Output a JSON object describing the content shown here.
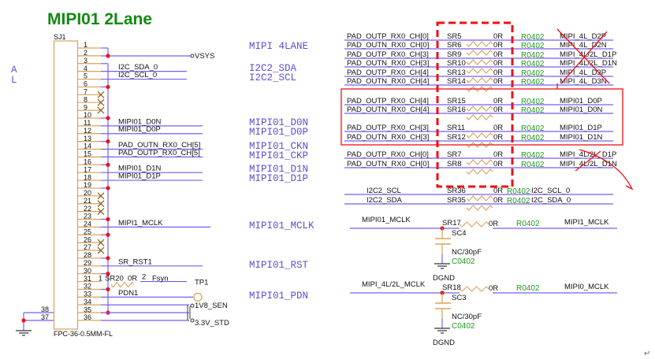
{
  "title": "MIPI01 2Lane",
  "colors": {
    "wire": "#7a5cf5",
    "pin": "#d7a45a",
    "junction": "#ee1111",
    "markup": "#ee1111",
    "package": "#1f9a1f",
    "net_label": "#5a4fd6"
  },
  "side_labels": [
    "A",
    "L"
  ],
  "connector": {
    "ref": "SJ1",
    "footprint": "FPC-36-0.5MM-FL",
    "pin_numbers": [
      "1",
      "2",
      "3",
      "4",
      "5",
      "6",
      "7",
      "8",
      "9",
      "10",
      "11",
      "12",
      "13",
      "14",
      "15",
      "16",
      "17",
      "18",
      "19",
      "20",
      "21",
      "22",
      "23",
      "24",
      "25",
      "26",
      "27",
      "28",
      "29",
      "30",
      "31",
      "32",
      "33",
      "34",
      "35",
      "36"
    ],
    "gnd_pin_numbers": [
      "38",
      "37"
    ],
    "power_net": "VSYS",
    "signals": [
      {
        "pin": 4,
        "label": "I2C_SDA_0"
      },
      {
        "pin": 5,
        "label": "I2C_SCL_0"
      },
      {
        "pin": 11,
        "label": "MIPI01_D0N"
      },
      {
        "pin": 12,
        "label": "MIPI01_D0P"
      },
      {
        "pin": 14,
        "label": "PAD_OUTN_RX0_CH[5]"
      },
      {
        "pin": 15,
        "label": "PAD_OUTP_RX0_CH[5]"
      },
      {
        "pin": 17,
        "label": "MIPI01_D1N"
      },
      {
        "pin": 18,
        "label": "MIPI01_D1P"
      },
      {
        "pin": 24,
        "label": "MIPI1_MCLK"
      },
      {
        "pin": 29,
        "label": "SR_RST1"
      },
      {
        "pin": 33,
        "label": "PDN1"
      }
    ],
    "sr20": {
      "pin1": "1",
      "ref": "SR20",
      "value": "0R",
      "pin2": "2",
      "net": "Fsyn",
      "testpoint": "TP1"
    },
    "switch_nets": [
      "1V8_SEN",
      "3.3V_STD"
    ]
  },
  "port_labels": [
    {
      "text": "MIPI 4LANE"
    },
    {
      "text": "I2C2_SDA"
    },
    {
      "text": "I2C2_SCL"
    },
    {
      "text": "MIPI01_D0N"
    },
    {
      "text": "MIPI01_D0P"
    },
    {
      "text": "MIPI01_CKN"
    },
    {
      "text": "MIPI01_CKP"
    },
    {
      "text": "MIPI01_D1N"
    },
    {
      "text": "MIPI01_D1P"
    },
    {
      "text": "MIPI01_MCLK"
    },
    {
      "text": "MIPI01_RST"
    },
    {
      "text": "MIPI01_PDN"
    }
  ],
  "resistors": [
    {
      "left": "PAD_OUTP_RX0_CH[0]",
      "ref": "SR5",
      "value": "0R",
      "package": "R0402",
      "right": "MIPI_4L_D2P"
    },
    {
      "left": "PAD_OUTN_RX0_CH[0]",
      "ref": "SR6",
      "value": "0R",
      "package": "R0402",
      "right": "MIPI_4L_D2N"
    },
    {
      "left": "PAD_OUTP_RX0_CH[3]",
      "ref": "SR9",
      "value": "0R",
      "package": "R0402",
      "right": "MIPI_4L/2L_D1P"
    },
    {
      "left": "PAD_OUTN_RX0_CH[3]",
      "ref": "SR10",
      "value": "0R",
      "package": "R0402",
      "right": "MIPI_4L/2L_D1N"
    },
    {
      "left": "PAD_OUTP_RX0_CH[4]",
      "ref": "SR13",
      "value": "0R",
      "package": "R0402",
      "right": "MIPI_4L_D3P"
    },
    {
      "left": "PAD_OUTN_RX0_CH[4]",
      "ref": "SR14",
      "value": "0R",
      "package": "R0402",
      "right": "MIPI_4L_D3N"
    },
    {
      "left": "PAD_OUTP_RX0_CH[4]",
      "ref": "SR15",
      "value": "0R",
      "package": "R0402",
      "right": "MIPI01_D0P"
    },
    {
      "left": "PAD_OUTN_RX0_CH[4]",
      "ref": "SR16",
      "value": "0R",
      "package": "R0402",
      "right": "MIPI01_D0N"
    },
    {
      "left": "PAD_OUTP_RX0_CH[3]",
      "ref": "SR11",
      "value": "0R",
      "package": "R0402",
      "right": "MIPI01_D1P"
    },
    {
      "left": "PAD_OUTN_RX0_CH[3]",
      "ref": "SR12",
      "value": "0R",
      "package": "R0402",
      "right": "MIPI01_D1N"
    },
    {
      "left": "PAD_OUTP_RX0_CH[0]",
      "ref": "SR7",
      "value": "0R",
      "package": "R0402",
      "right": "MIPI_4L/2L_D1P"
    },
    {
      "left": "PAD_OUTN_RX0_CH[0]",
      "ref": "SR8",
      "value": "0R",
      "package": "R0402",
      "right": "MIPI_4L/2L_D1N"
    },
    {
      "left": "I2C2_SCL",
      "ref": "SR36",
      "value": "0R",
      "package": "R0402",
      "right": "I2C_SCL_0"
    },
    {
      "left": "I2C2_SDA",
      "ref": "SR35",
      "value": "0R",
      "package": "R0402",
      "right": "I2C_SDA_0"
    }
  ],
  "mclk_blocks": [
    {
      "left": "MIPI01_MCLK",
      "ref": "SR17",
      "value": "0R",
      "package": "R0402",
      "right": "MIPI1_MCLK",
      "cap_ref": "SC4",
      "cap_value": "NC/30pF",
      "cap_package": "C0402",
      "ground": "DGND"
    },
    {
      "left": "MIPI_4L/2L_MCLK",
      "ref": "SR18",
      "value": "0R",
      "package": "R0402",
      "right": "MIPI0_MCLK",
      "cap_ref": "SC3",
      "cap_value": "NC/30pF",
      "cap_package": "C0402",
      "ground": "DGND"
    }
  ],
  "paragraph_mark": "↵"
}
